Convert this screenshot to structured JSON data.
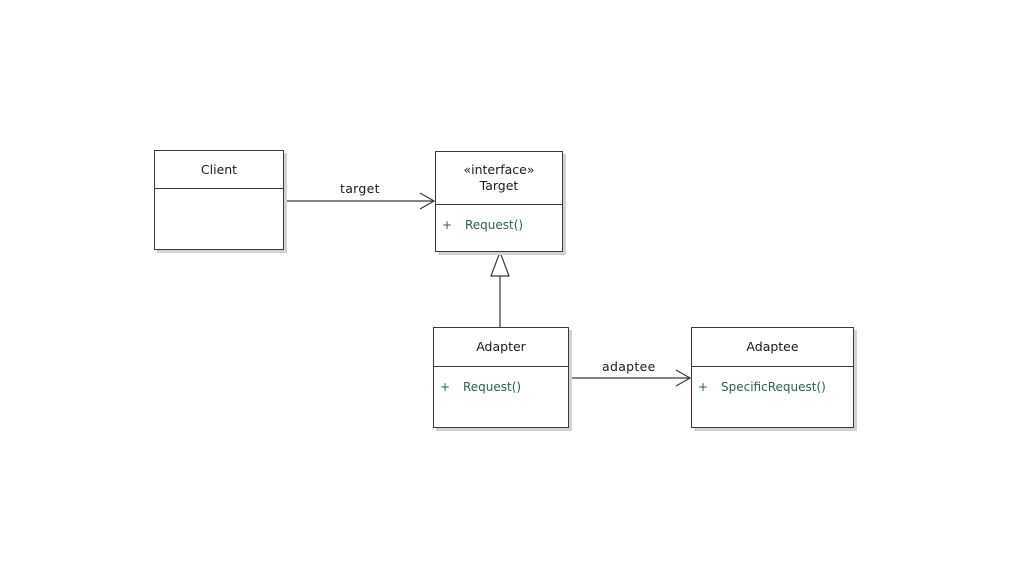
{
  "classes": {
    "client": {
      "name": "Client",
      "operations": []
    },
    "target": {
      "stereotype": "«interface»",
      "name": "Target",
      "operations": [
        {
          "visibility": "+",
          "name": "Request()"
        }
      ]
    },
    "adapter": {
      "name": "Adapter",
      "operations": [
        {
          "visibility": "+",
          "name": "Request()"
        }
      ]
    },
    "adaptee": {
      "name": "Adaptee",
      "operations": [
        {
          "visibility": "+",
          "name": "SpecificRequest()"
        }
      ]
    }
  },
  "relationships": {
    "client_target": {
      "type": "directed-association",
      "label": "target"
    },
    "adapter_target": {
      "type": "realization"
    },
    "adapter_adaptee": {
      "type": "directed-association",
      "label": "adaptee"
    }
  },
  "colors": {
    "border": "#3a3a3a",
    "shadow": "#d2d2d2",
    "operation_text": "#2f5f4f"
  }
}
